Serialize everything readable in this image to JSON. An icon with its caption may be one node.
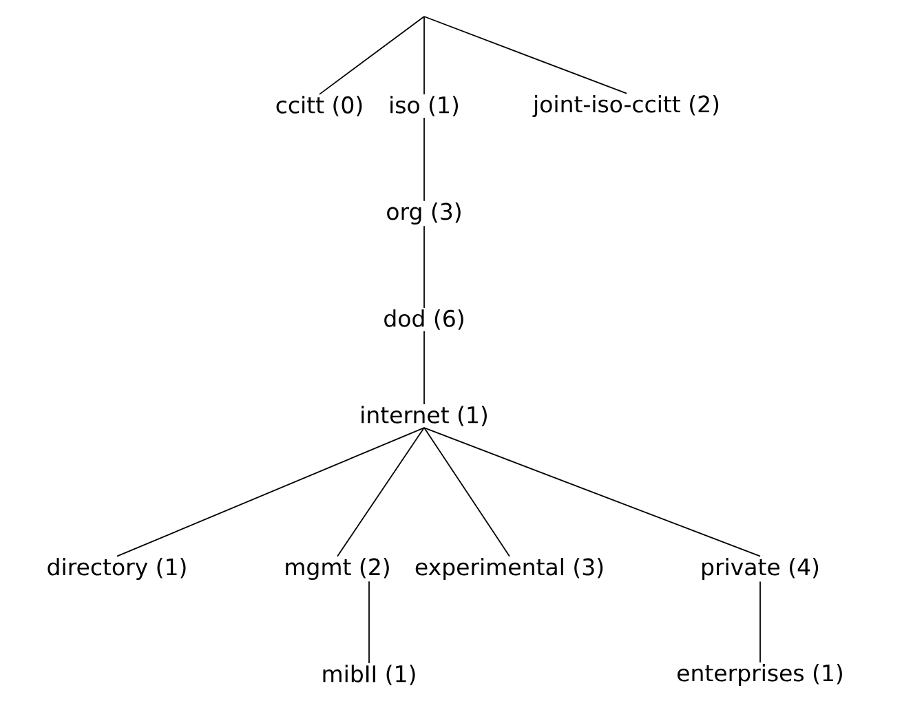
{
  "diagram": {
    "nodes": [
      {
        "text": [
          "ccitt (0)"
        ]
      },
      {
        "text": [
          "iso (1)"
        ]
      },
      {
        "text": [
          "joint-iso-ccitt (2)"
        ]
      },
      {
        "text": [
          "org (3)"
        ]
      },
      {
        "text": [
          "dod (6)"
        ]
      },
      {
        "text": [
          "internet (1)"
        ]
      },
      {
        "text": [
          "directory (1)"
        ]
      },
      {
        "text": [
          "mgmt (2)"
        ]
      },
      {
        "text": [
          "experimental (3)"
        ]
      },
      {
        "text": [
          "private (4)"
        ]
      },
      {
        "text": [
          "mibII (1)"
        ]
      },
      {
        "text": [
          "enterprises (1)"
        ]
      }
    ],
    "edges": [
      {
        "from": null,
        "to": 0,
        "arrow": "none"
      },
      {
        "from": null,
        "to": 1,
        "arrow": "none"
      },
      {
        "from": null,
        "to": 2,
        "arrow": "none"
      },
      {
        "from": 1,
        "to": 3,
        "arrow": "none"
      },
      {
        "from": 3,
        "to": 4,
        "arrow": "none"
      },
      {
        "from": 4,
        "to": 5,
        "arrow": "none"
      },
      {
        "from": 5,
        "to": 6,
        "arrow": "none"
      },
      {
        "from": 5,
        "to": 7,
        "arrow": "none"
      },
      {
        "from": 5,
        "to": 8,
        "arrow": "none"
      },
      {
        "from": 5,
        "to": 9,
        "arrow": "none"
      },
      {
        "from": 7,
        "to": 10,
        "arrow": "none"
      },
      {
        "from": 9,
        "to": 11,
        "arrow": "none"
      }
    ]
  }
}
